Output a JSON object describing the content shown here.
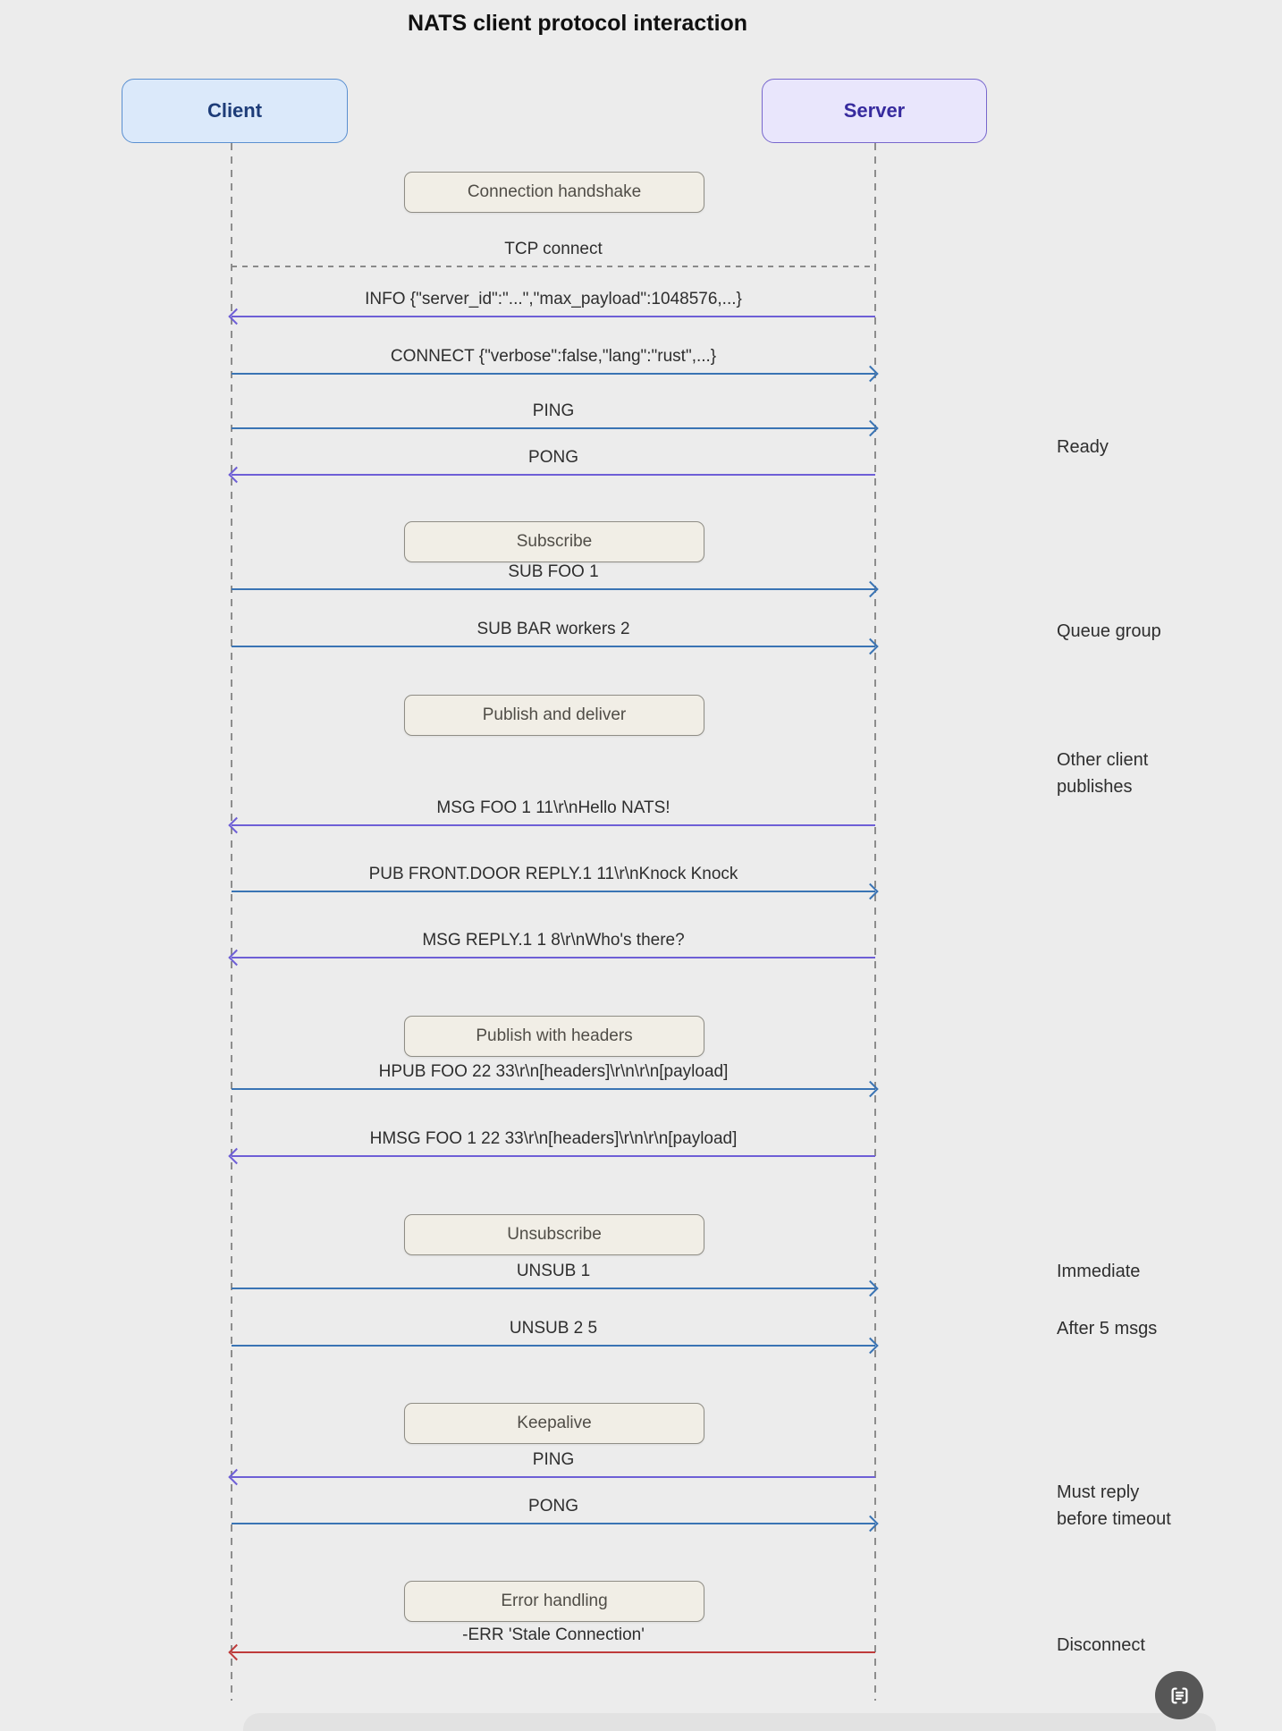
{
  "title": "NATS client protocol interaction",
  "actors": {
    "client": "Client",
    "server": "Server"
  },
  "sections": [
    {
      "label": "Connection handshake"
    },
    {
      "label": "Subscribe"
    },
    {
      "label": "Publish and deliver"
    },
    {
      "label": "Publish with headers"
    },
    {
      "label": "Unsubscribe"
    },
    {
      "label": "Keepalive"
    },
    {
      "label": "Error handling"
    }
  ],
  "messages": [
    {
      "label": "TCP connect",
      "from": "Client",
      "to": "Server",
      "style": "dashed"
    },
    {
      "label": "INFO {\"server_id\":\"...\",\"max_payload\":1048576,...}",
      "from": "Server",
      "to": "Client",
      "style": "purple-arrow"
    },
    {
      "label": "CONNECT {\"verbose\":false,\"lang\":\"rust\",...}",
      "from": "Client",
      "to": "Server",
      "style": "blue-arrow"
    },
    {
      "label": "PING",
      "from": "Client",
      "to": "Server",
      "style": "blue-arrow"
    },
    {
      "label": "PONG",
      "from": "Server",
      "to": "Client",
      "style": "purple-arrow"
    },
    {
      "label": "SUB FOO 1",
      "from": "Client",
      "to": "Server",
      "style": "blue-arrow"
    },
    {
      "label": "SUB BAR workers 2",
      "from": "Client",
      "to": "Server",
      "style": "blue-arrow"
    },
    {
      "label": "MSG FOO 1 11\\r\\nHello NATS!",
      "from": "Server",
      "to": "Client",
      "style": "purple-arrow"
    },
    {
      "label": "PUB FRONT.DOOR REPLY.1 11\\r\\nKnock Knock",
      "from": "Client",
      "to": "Server",
      "style": "blue-arrow"
    },
    {
      "label": "MSG REPLY.1 1 8\\r\\nWho's there?",
      "from": "Server",
      "to": "Client",
      "style": "purple-arrow"
    },
    {
      "label": "HPUB FOO 22 33\\r\\n[headers]\\r\\n\\r\\n[payload]",
      "from": "Client",
      "to": "Server",
      "style": "blue-arrow"
    },
    {
      "label": "HMSG FOO 1 22 33\\r\\n[headers]\\r\\n\\r\\n[payload]",
      "from": "Server",
      "to": "Client",
      "style": "purple-arrow"
    },
    {
      "label": "UNSUB 1",
      "from": "Client",
      "to": "Server",
      "style": "blue-arrow"
    },
    {
      "label": "UNSUB 2 5",
      "from": "Client",
      "to": "Server",
      "style": "blue-arrow"
    },
    {
      "label": "PING",
      "from": "Server",
      "to": "Client",
      "style": "purple-arrow"
    },
    {
      "label": "PONG",
      "from": "Client",
      "to": "Server",
      "style": "blue-arrow"
    },
    {
      "label": "-ERR 'Stale Connection'",
      "from": "Server",
      "to": "Client",
      "style": "red-arrow"
    }
  ],
  "notes": [
    {
      "label": "Ready"
    },
    {
      "label": "Queue group"
    },
    {
      "label": "Other client\npublishes"
    },
    {
      "label": "Immediate"
    },
    {
      "label": "After 5 msgs"
    },
    {
      "label": "Must reply\nbefore timeout"
    },
    {
      "label": "Disconnect"
    }
  ],
  "fab": {
    "icon": "scan-text-icon"
  },
  "colors": {
    "background": "#ececec",
    "client_fill": "#dbe9fa",
    "client_border": "#5a8fd0",
    "client_text": "#1d3c78",
    "server_fill": "#e9e6fc",
    "server_border": "#7767cd",
    "server_text": "#372b9e",
    "client_to_server_arrow": "#3a74b4",
    "server_to_client_arrow": "#6e5fd6",
    "error_arrow": "#bf3b3b",
    "section_fill": "#f1eee6",
    "section_border": "#8f8d85",
    "lifeline": "#8d8d8d",
    "fab_background": "#575757"
  }
}
